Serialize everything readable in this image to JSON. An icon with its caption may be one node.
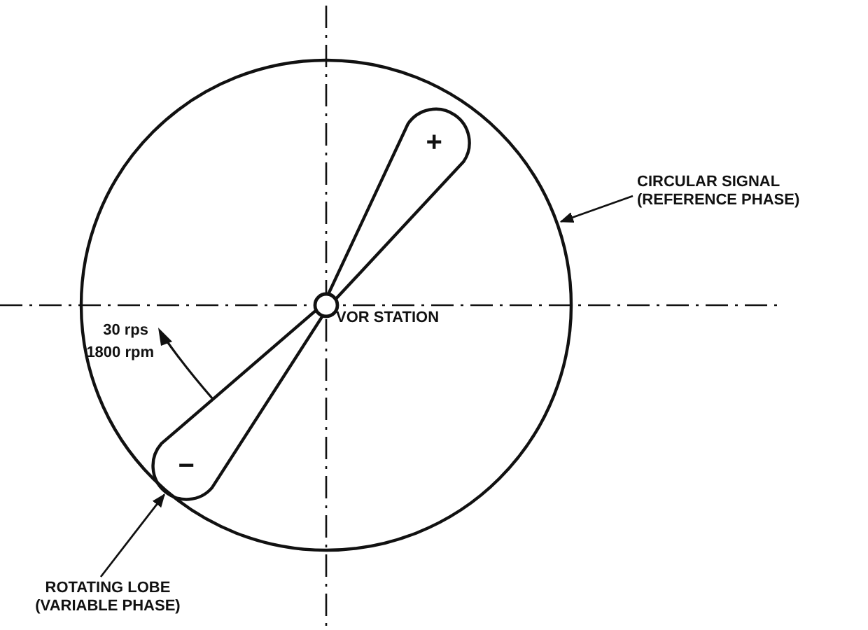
{
  "diagram": {
    "nodes": [
      {
        "text": [],
        "shape": "circle"
      },
      {
        "text": [
          "+",
          "−"
        ],
        "in": 0
      },
      {
        "text": [],
        "shape": "circle",
        "beside": [
          "VOR STATION"
        ],
        "in": 1
      },
      {
        "text": [
          "CIRCULAR SIGNAL (REFERENCE PHASE)"
        ]
      },
      {
        "text": [
          "ROTATING LOBE (VARIABLE PHASE)"
        ]
      }
    ],
    "edges": [
      {
        "from": 3,
        "to": 0,
        "arrow": "to"
      },
      {
        "from": 4,
        "to": 1,
        "arrow": "to"
      }
    ],
    "labels": [
      "30 rps",
      "1800 rpm"
    ]
  }
}
